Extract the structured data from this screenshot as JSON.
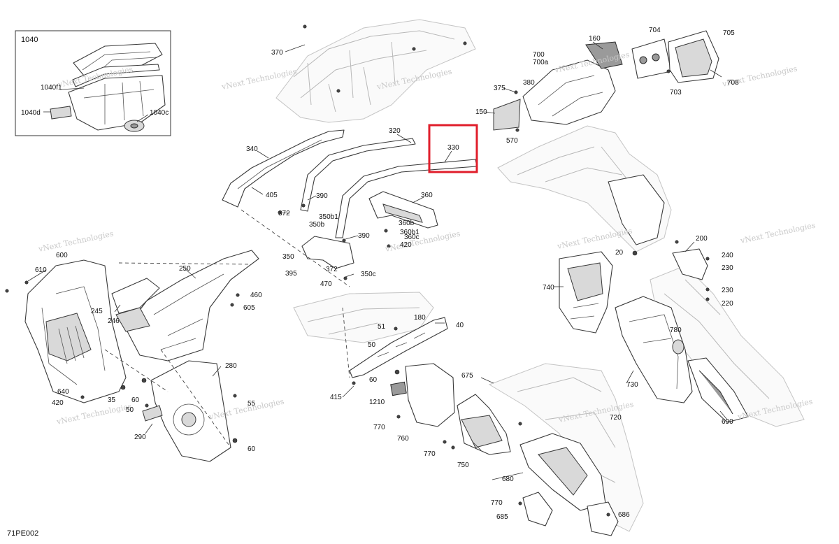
{
  "figure_code": "71PE002",
  "inset_title": "1040",
  "highlight_label": "330",
  "watermark": "vNext Technologies",
  "colors": {
    "highlight": "#e01e2b",
    "line": "#3a3a3a",
    "ghost": "#b8b8b8",
    "watermark": "#c9c9c9"
  },
  "callouts": [
    "1040f1",
    "1040d",
    "1040c",
    "370",
    "320",
    "330",
    "340",
    "405",
    "390",
    "372",
    "350b1",
    "350b",
    "350",
    "390",
    "372",
    "395",
    "350c",
    "470",
    "360",
    "360b",
    "360b1",
    "360c",
    "420",
    "160",
    "704",
    "705",
    "700",
    "700a",
    "375",
    "380",
    "150",
    "570",
    "703",
    "708",
    "200",
    "240",
    "230",
    "230",
    "220",
    "20",
    "740",
    "780",
    "730",
    "690",
    "610",
    "600",
    "250",
    "460",
    "605",
    "245",
    "246",
    "280",
    "640",
    "420",
    "35",
    "60",
    "50",
    "55",
    "290",
    "60",
    "180",
    "40",
    "51",
    "50",
    "60",
    "415",
    "1210",
    "675",
    "770",
    "760",
    "770",
    "750",
    "720",
    "680",
    "770",
    "685",
    "686"
  ]
}
